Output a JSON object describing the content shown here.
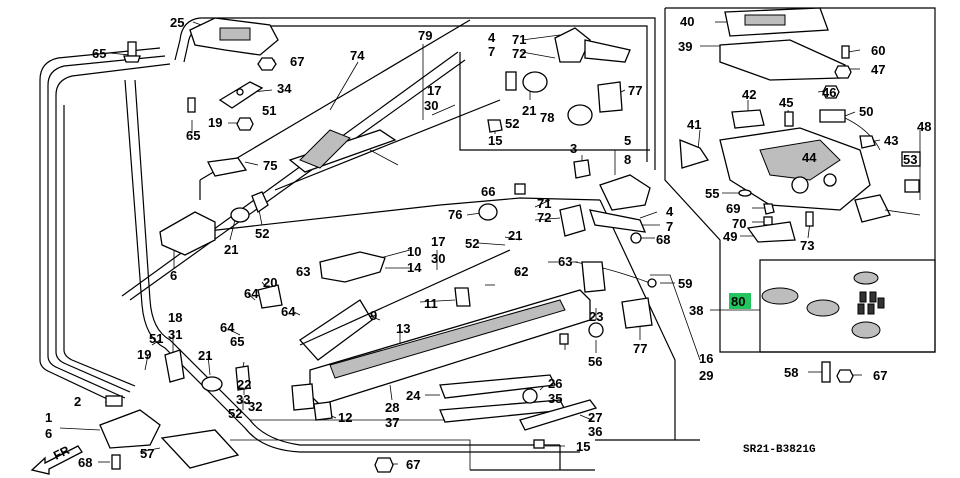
{
  "diagram_code": "SR21-B3821G",
  "front_marker": "FR",
  "highlight_color": "#22c55e",
  "highlighted_part": "80",
  "labels": [
    "25",
    "65",
    "67",
    "34",
    "19",
    "51",
    "65",
    "74",
    "79",
    "17",
    "30",
    "4",
    "7",
    "71",
    "72",
    "77",
    "21",
    "52",
    "15",
    "78",
    "75",
    "21",
    "52",
    "6",
    "76",
    "66",
    "71",
    "72",
    "4",
    "7",
    "68",
    "5",
    "8",
    "3",
    "40",
    "39",
    "60",
    "47",
    "46",
    "42",
    "45",
    "50",
    "41",
    "44",
    "43",
    "48",
    "53",
    "55",
    "69",
    "70",
    "49",
    "73",
    "10",
    "14",
    "17",
    "30",
    "52",
    "21",
    "63",
    "59",
    "20",
    "64",
    "64",
    "11",
    "9",
    "13",
    "62",
    "63",
    "18",
    "31",
    "51",
    "19",
    "21",
    "64",
    "65",
    "22",
    "33",
    "32",
    "52",
    "12",
    "23",
    "56",
    "77",
    "38",
    "80",
    "16",
    "29",
    "28",
    "37",
    "24",
    "26",
    "35",
    "27",
    "36",
    "15",
    "1",
    "6",
    "2",
    "57",
    "68",
    "67",
    "58",
    "67"
  ]
}
